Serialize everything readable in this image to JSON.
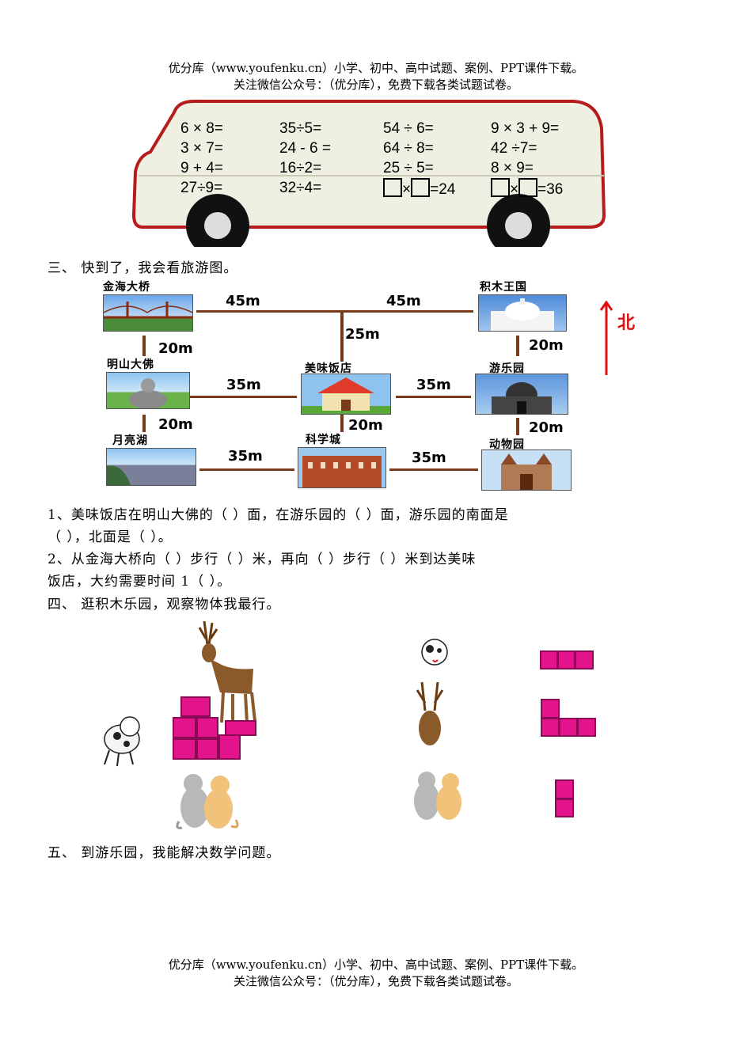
{
  "header": {
    "line1": "优分库（www.youfenku.cn）小学、初中、高中试题、案例、PPT课件下载。",
    "line2": "关注微信公众号：（优分库），免费下载各类试题试卷。"
  },
  "bus": {
    "col1": [
      "6 × 8=",
      "3 × 7=",
      "9 + 4=",
      "27÷9="
    ],
    "col2": [
      "35÷5=",
      "24 - 6 =",
      "16÷2=",
      "32÷4="
    ],
    "col3": [
      "54 ÷ 6=",
      "64 ÷ 8=",
      "25 ÷ 5="
    ],
    "col4": [
      "9 × 3 + 9=",
      "42 ÷7=",
      "8 × 9="
    ],
    "eq1_times": "×",
    "eq1_result": "=24",
    "eq2_times": "×",
    "eq2_result": "=36"
  },
  "section3": {
    "title": "三、      快到了，我会看旅游图。",
    "places": {
      "jinhai": "金海大桥",
      "jimu": "积木王国",
      "mingshan": "明山大佛",
      "meiwei": "美味饭店",
      "youle": "游乐园",
      "yueliang": "月亮湖",
      "kexue": "科学城",
      "dongwu": "动物园"
    },
    "distances": {
      "top_left": "45m",
      "top_right": "45m",
      "center_vertical": "25m",
      "left_upper": "20m",
      "right_upper": "20m",
      "mid_left": "35m",
      "mid_right": "35m",
      "left_lower": "20m",
      "center_lower": "20m",
      "right_lower": "20m",
      "bottom_left": "35m",
      "bottom_right": "35m"
    },
    "north_label": "北",
    "q1_line1": "1、美味饭店在明山大佛的（        ）面，在游乐园的（        ）面，游乐园的南面是",
    "q1_line2": "（           ），北面是（           ）。",
    "q2_line1": "2、从金海大桥向（        ）步行（        ）米，再向（        ）步行（        ）米到达美味",
    "q2_line2": "饭店，大约需要时间 1（        ）。"
  },
  "section4": {
    "title": "四、      逛积木乐园，观察物体我最行。"
  },
  "section5": {
    "title": "五、      到游乐园，我能解决数学问题。"
  },
  "footer": {
    "line1": "优分库（www.youfenku.cn）小学、初中、高中试题、案例、PPT课件下载。",
    "line2": "关注微信公众号：（优分库），免费下载各类试题试卷。"
  },
  "colors": {
    "road": "#7a3b1d",
    "cube": "#e4148c",
    "north_arrow": "#e01010"
  }
}
